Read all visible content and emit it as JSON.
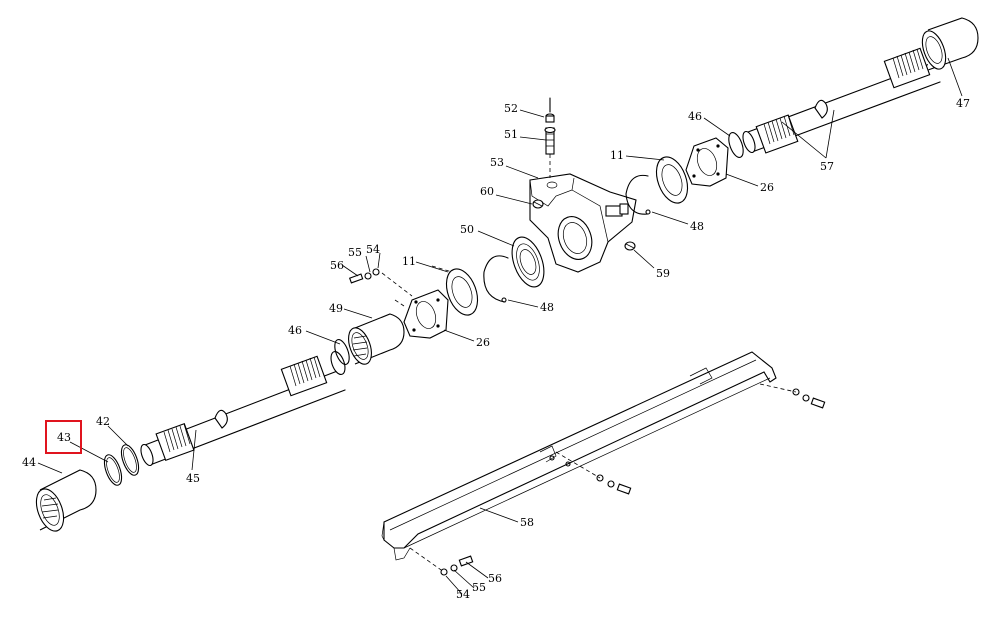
{
  "diagram": {
    "callouts": {
      "c11a": "11",
      "c11b": "11",
      "c26a": "26",
      "c26b": "26",
      "c42": "42",
      "c43": "43",
      "c44": "44",
      "c45": "45",
      "c46a": "46",
      "c46b": "46",
      "c47": "47",
      "c48a": "48",
      "c48b": "48",
      "c49": "49",
      "c50": "50",
      "c51": "51",
      "c52": "52",
      "c53": "53",
      "c54a": "54",
      "c54b": "54",
      "c55a": "55",
      "c55b": "55",
      "c56a": "56",
      "c56b": "56",
      "c57": "57",
      "c58": "58",
      "c59": "59",
      "c60": "60"
    },
    "highlight_color": "#e0141e"
  }
}
